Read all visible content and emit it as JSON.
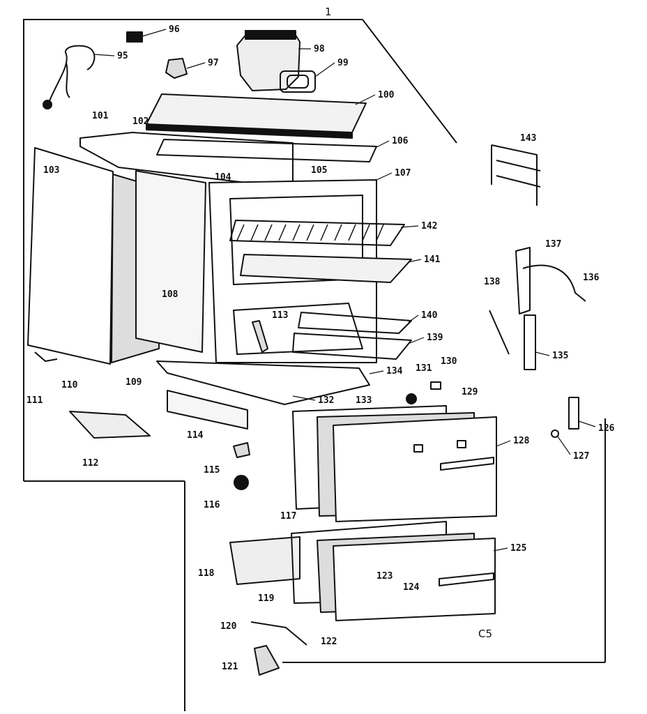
{
  "diagram": {
    "figure_code": "C5",
    "top_mark": "1",
    "part_labels": [
      "96",
      "95",
      "97",
      "98",
      "99",
      "100",
      "101",
      "102",
      "103",
      "104",
      "105",
      "106",
      "107",
      "108",
      "109",
      "110",
      "111",
      "112",
      "113",
      "114",
      "115",
      "116",
      "117",
      "118",
      "119",
      "120",
      "121",
      "122",
      "123",
      "124",
      "125",
      "126",
      "127",
      "128",
      "129",
      "130",
      "131",
      "132",
      "133",
      "134",
      "135",
      "136",
      "137",
      "138",
      "139",
      "140",
      "141",
      "142",
      "143"
    ]
  },
  "colors": {
    "ink": "#111111",
    "paper": "#ffffff",
    "fill": "#e8e8e8"
  }
}
